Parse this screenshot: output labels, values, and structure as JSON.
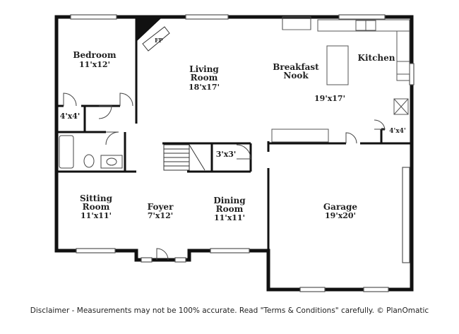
{
  "rooms": {
    "bedroom": {
      "name": "Bedroom",
      "dim": "11'x12'"
    },
    "closet_4x4_left": {
      "dim": "4'x4'"
    },
    "living_room": {
      "name_line1": "Living",
      "name_line2": "Room",
      "dim": "18'x17'"
    },
    "fireplace": {
      "label": "FP"
    },
    "breakfast_nook": {
      "name_line1": "Breakfast",
      "name_line2": "Nook",
      "dim": "19'x17'"
    },
    "kitchen": {
      "name": "Kitchen"
    },
    "pantry_4x4": {
      "dim": "4'x4'"
    },
    "closet_3x3": {
      "dim": "3'x3'"
    },
    "sitting_room": {
      "name": "Sitting",
      "name_line2": "Room",
      "dim": "11'x11'"
    },
    "foyer": {
      "name": "Foyer",
      "dim": "7'x12'"
    },
    "dining_room": {
      "name": "Dining",
      "name_line2": "Room",
      "dim": "11'x11'"
    },
    "garage": {
      "name": "Garage",
      "dim": "19'x20'"
    }
  },
  "disclaimer": "Disclaimer - Measurements may not be 100% accurate. Read \"Terms & Conditions\" carefully. © PlanOmatic"
}
